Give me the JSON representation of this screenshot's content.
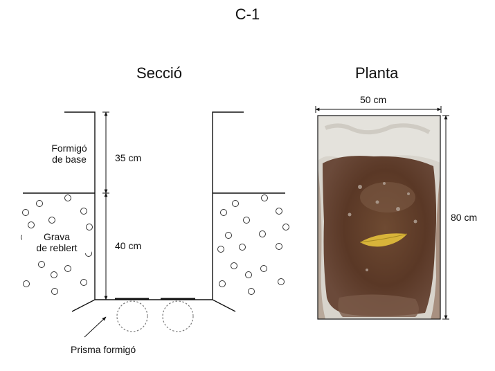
{
  "title": "C-1",
  "section": {
    "heading": "Secció",
    "layer_top": {
      "label_line1": "Formigó",
      "label_line2": "de base",
      "depth": "35 cm"
    },
    "layer_bottom": {
      "label_line1": "Grava",
      "label_line2": "de reblert",
      "depth": "40 cm"
    },
    "prism_label": "Prisma formigó"
  },
  "plan": {
    "heading": "Planta",
    "width": "50 cm",
    "length": "80 cm",
    "photo_colors": {
      "rock": "#d8d4cc",
      "soil": "#5e3a26",
      "leaf": "#d8b43a"
    }
  },
  "colors": {
    "line": "#111111",
    "pebble": "#333333",
    "prism": "#777777"
  }
}
